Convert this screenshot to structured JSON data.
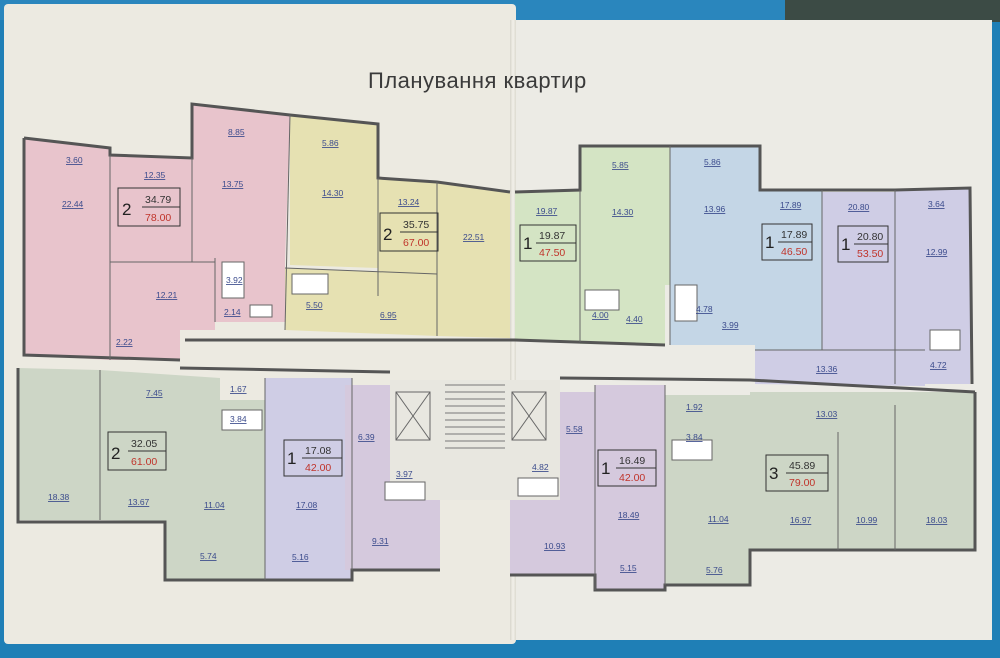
{
  "title": "Планування квартир",
  "colors": {
    "pink": "#e8c4cc",
    "yellow": "#e6e1b2",
    "green": "#d4e4c4",
    "blue": "#c4d6e6",
    "lavender": "#cfcde5",
    "sage": "#cdd6c6",
    "purple": "#d5c9dd"
  },
  "apartments": [
    {
      "rooms": "2",
      "living": "34.79",
      "total": "78.00"
    },
    {
      "rooms": "2",
      "living": "35.75",
      "total": "67.00"
    },
    {
      "rooms": "1",
      "living": "19.87",
      "total": "47.50"
    },
    {
      "rooms": "1",
      "living": "17.89",
      "total": "46.50"
    },
    {
      "rooms": "1",
      "living": "20.80",
      "total": "53.50"
    },
    {
      "rooms": "2",
      "living": "32.05",
      "total": "61.00"
    },
    {
      "rooms": "1",
      "living": "17.08",
      "total": "42.00"
    },
    {
      "rooms": "1",
      "living": "16.49",
      "total": "42.00"
    },
    {
      "rooms": "3",
      "living": "45.89",
      "total": "79.00"
    }
  ],
  "areas": [
    "3.60",
    "22.44",
    "12.35",
    "8.85",
    "13.75",
    "5.86",
    "14.30",
    "13.24",
    "22.51",
    "3.92",
    "12.21",
    "2.14",
    "5.50",
    "6.95",
    "2.22",
    "19.87",
    "5.85",
    "14.30",
    "5.86",
    "13.96",
    "17.89",
    "20.80",
    "3.64",
    "12.99",
    "4.00",
    "4.40",
    "4.78",
    "3.99",
    "13.36",
    "4.72",
    "7.45",
    "1.67",
    "3.84",
    "6.39",
    "13.67",
    "11.04",
    "17.08",
    "3.97",
    "18.38",
    "5.74",
    "5.16",
    "9.31",
    "5.58",
    "4.82",
    "10.93",
    "18.49",
    "5.15",
    "1.92",
    "3.84",
    "13.03",
    "11.04",
    "16.97",
    "10.99",
    "18.03",
    "5.76"
  ]
}
